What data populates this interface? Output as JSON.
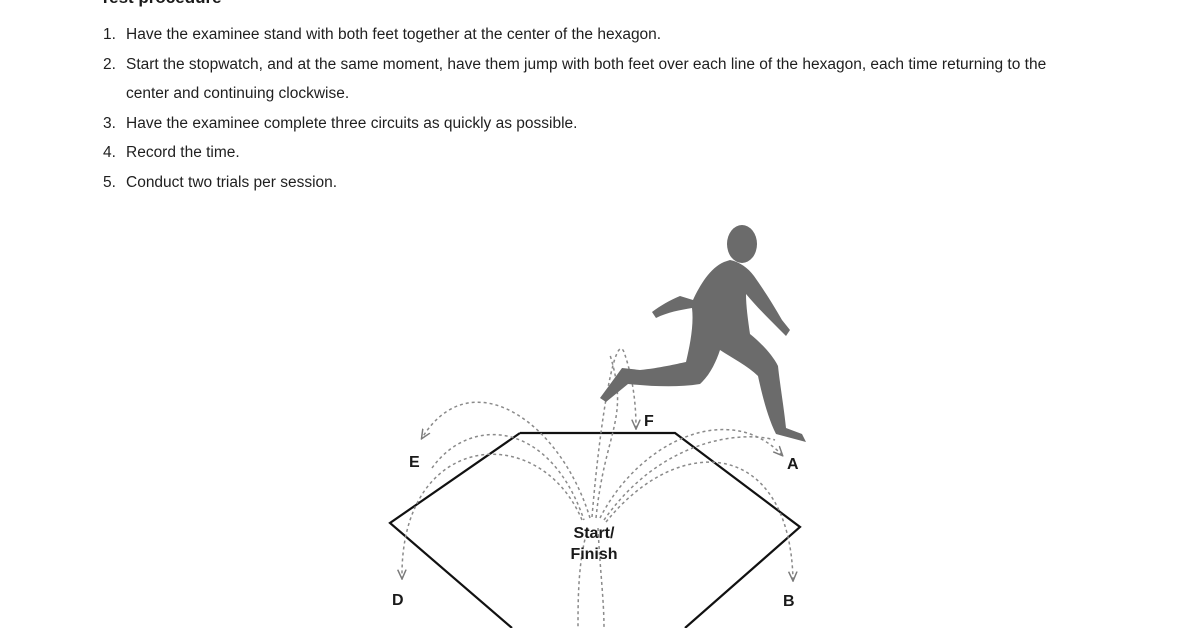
{
  "document": {
    "heading": "Test procedure",
    "steps": [
      {
        "num": "1.",
        "text": "Have the examinee stand with both feet together at the center of the hexagon."
      },
      {
        "num": "2.",
        "text": "Start the stopwatch, and at the same moment, have them jump with both feet over each line of the hexagon, each time returning to the center and continuing clockwise."
      },
      {
        "num": "3.",
        "text": "Have the examinee complete three circuits as quickly as possible."
      },
      {
        "num": "4.",
        "text": "Record the time."
      },
      {
        "num": "5.",
        "text": "Conduct two trials per session."
      }
    ]
  },
  "figure": {
    "vertex_labels": {
      "a": "A",
      "b": "B",
      "d": "D",
      "e": "E",
      "f": "F"
    },
    "center_label_line1": "Start/",
    "center_label_line2": "Finish",
    "colors": {
      "hexagon": "#111111",
      "jump_paths": "#7a7a7a",
      "silhouette": "#6b6b6b"
    }
  }
}
